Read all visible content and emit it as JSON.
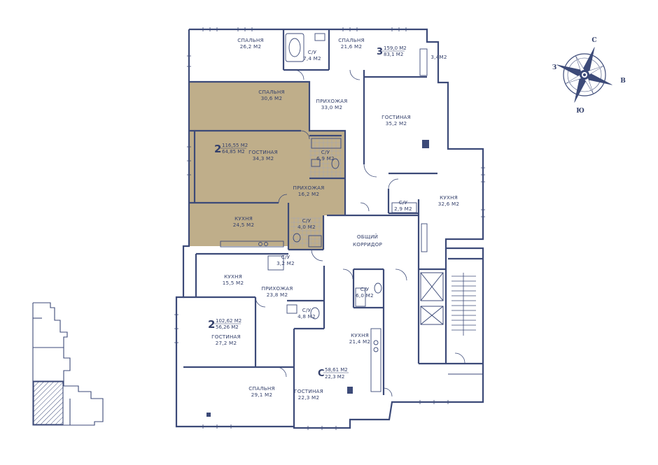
{
  "colors": {
    "wall": "#3c4a78",
    "highlight": "#bfae8a",
    "fixture": "#3c4a78",
    "background": "#ffffff"
  },
  "units": [
    {
      "id": "unit-3",
      "number": "3",
      "total_area": "159,0 М2",
      "living_area": "83,1 М2"
    },
    {
      "id": "unit-2-highlighted",
      "number": "2",
      "total_area": "116,55 М2",
      "living_area": "64,85 М2"
    },
    {
      "id": "unit-2-lower",
      "number": "2",
      "total_area": "102,62 М2",
      "living_area": "56,26 М2"
    },
    {
      "id": "unit-c",
      "number": "С",
      "total_area": "58,61 М2",
      "living_area": "22,3 М2"
    }
  ],
  "rooms": [
    {
      "name": "СПАЛЬНЯ",
      "area": "26,2 М2"
    },
    {
      "name": "С/У",
      "area": "7,4 М2"
    },
    {
      "name": "СПАЛЬНЯ",
      "area": "21,6 М2"
    },
    {
      "name": "",
      "area": "3,4М2"
    },
    {
      "name": "СПАЛЬНЯ",
      "area": "30,6 М2"
    },
    {
      "name": "ПРИХОЖАЯ",
      "area": "33,0 М2"
    },
    {
      "name": "ГОСТИНАЯ",
      "area": "35,2 М2"
    },
    {
      "name": "ГОСТИНАЯ",
      "area": "34,3 М2"
    },
    {
      "name": "С/У",
      "area": "6,9 М2"
    },
    {
      "name": "ПРИХОЖАЯ",
      "area": "16,2 М2"
    },
    {
      "name": "КУХНЯ",
      "area": "32,6 М2"
    },
    {
      "name": "С/У",
      "area": "2,9 М2"
    },
    {
      "name": "КУХНЯ",
      "area": "24,5 М2"
    },
    {
      "name": "С/У",
      "area": "4,0 М2"
    },
    {
      "name": "ОБЩИЙ",
      "area": "КОРРИДОР"
    },
    {
      "name": "С/У",
      "area": "3,2 М2"
    },
    {
      "name": "КУХНЯ",
      "area": "15,5 М2"
    },
    {
      "name": "ПРИХОЖАЯ",
      "area": "23,8 М2"
    },
    {
      "name": "С/У",
      "area": "6,0 М2"
    },
    {
      "name": "С/У",
      "area": "4,8 М2"
    },
    {
      "name": "ГОСТИНАЯ",
      "area": "27,2 М2"
    },
    {
      "name": "КУХНЯ",
      "area": "21,4 М2"
    },
    {
      "name": "СПАЛЬНЯ",
      "area": "29,1 М2"
    },
    {
      "name": "ГОСТИНАЯ",
      "area": "22,3 М2"
    }
  ],
  "compass": {
    "north": "С",
    "south": "Ю",
    "east": "В",
    "west": "З"
  }
}
